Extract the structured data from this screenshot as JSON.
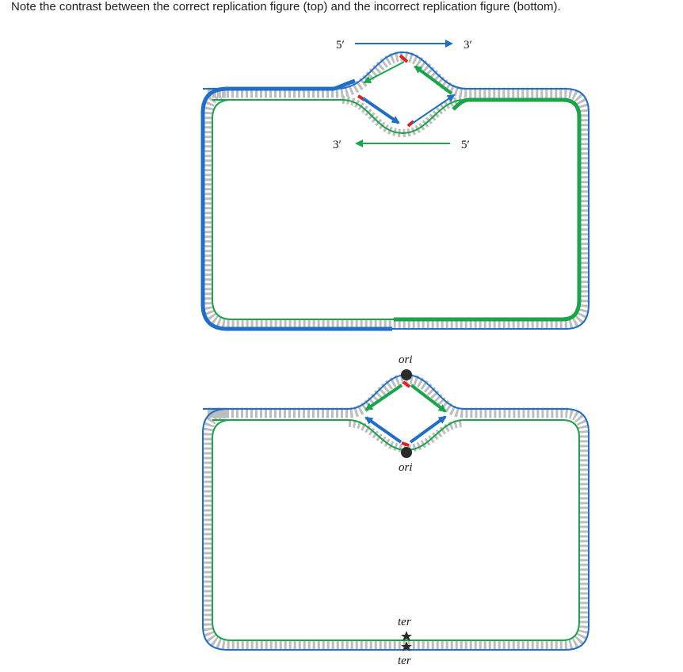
{
  "caption": "Note the contrast between the correct replication figure (top) and the incorrect replication figure (bottom).",
  "top_figure": {
    "label_5_top": "5′",
    "label_3_top": "3′",
    "label_3_bottom": "3′",
    "label_5_bottom": "5′"
  },
  "bottom_figure": {
    "ori_top": "ori",
    "ori_bottom": "ori",
    "ter_top": "ter",
    "ter_bottom": "ter"
  },
  "colors": {
    "blue": "#1f6fc8",
    "green": "#19a64a",
    "rung": "#bdbdbd",
    "red": "#e02020",
    "dark": "#2b2b2b"
  }
}
